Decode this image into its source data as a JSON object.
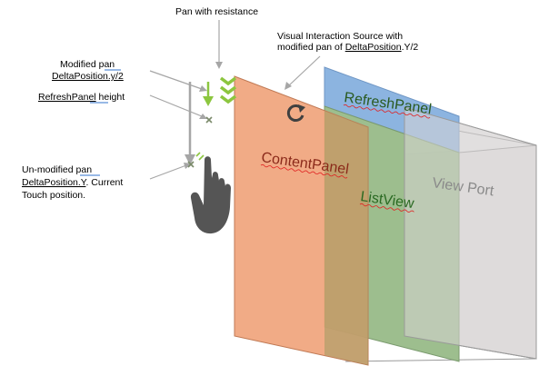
{
  "annotations": {
    "pan_resistance": "Pan with resistance",
    "visual_source_line1": "Visual Interaction Source with",
    "visual_source_line2_a": "modified pan of ",
    "visual_source_line2_b": "DeltaPosition",
    "visual_source_line2_c": ".Y/2",
    "modified_pan_line1_a": "Modified ",
    "modified_pan_line1_b": "pan",
    "modified_pan_line2": "DeltaPosition.y/2",
    "refresh_height_a": "RefreshPanel",
    "refresh_height_b": " height",
    "unmodified_line1_a": "Un-modified ",
    "unmodified_line1_b": "pan",
    "unmodified_line2_a": "DeltaPosition.Y",
    "unmodified_line2_b": ".  Current",
    "unmodified_line3": "Touch position."
  },
  "panels": {
    "refresh": "RefreshPanel",
    "content": "ContentPanel",
    "listview": "ListView",
    "viewport": "View Port"
  },
  "icons": {
    "refresh": "refresh-icon",
    "hand": "touch-hand-icon",
    "chevrons": "double-chevron-down-icon"
  },
  "colors": {
    "content_panel": "#f0a47c",
    "refresh_panel": "#8cb4e0",
    "listview": "#98bb88",
    "viewport": "#e4e2e2",
    "accent_green": "#8cc63f",
    "hand": "#555555",
    "arrow_gray": "#a6a6a6"
  }
}
